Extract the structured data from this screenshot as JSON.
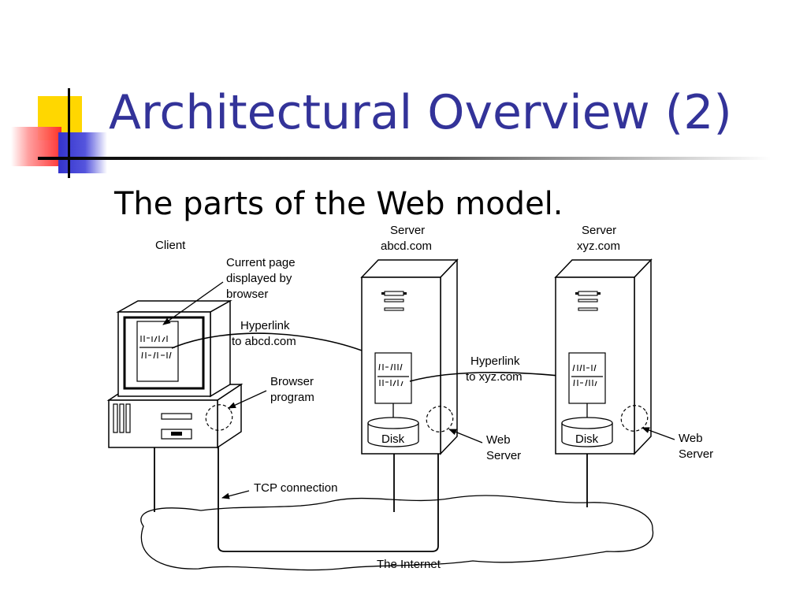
{
  "slide": {
    "title": "Architectural Overview (2)",
    "subtitle": "The parts of the Web model."
  },
  "colors": {
    "title": "#333399",
    "accent_yellow": "#FFD700",
    "accent_red": "#FF3333",
    "accent_blue": "#3333CC"
  },
  "diagram": {
    "client_label": "Client",
    "current_page_label": [
      "Current page",
      "displayed by",
      "browser"
    ],
    "hyperlink_abcd_label": [
      "Hyperlink",
      "to abcd.com"
    ],
    "browser_program_label": [
      "Browser",
      "program"
    ],
    "tcp_label": "TCP connection",
    "internet_label": "The Internet",
    "server_abcd": {
      "label": [
        "Server",
        "abcd.com"
      ],
      "disk_label": "Disk",
      "web_server_label": [
        "Web",
        "Server"
      ]
    },
    "hyperlink_xyz_label": [
      "Hyperlink",
      "to xyz.com"
    ],
    "server_xyz": {
      "label": [
        "Server",
        "xyz.com"
      ],
      "disk_label": "Disk",
      "web_server_label": [
        "Web",
        "Server"
      ]
    }
  }
}
